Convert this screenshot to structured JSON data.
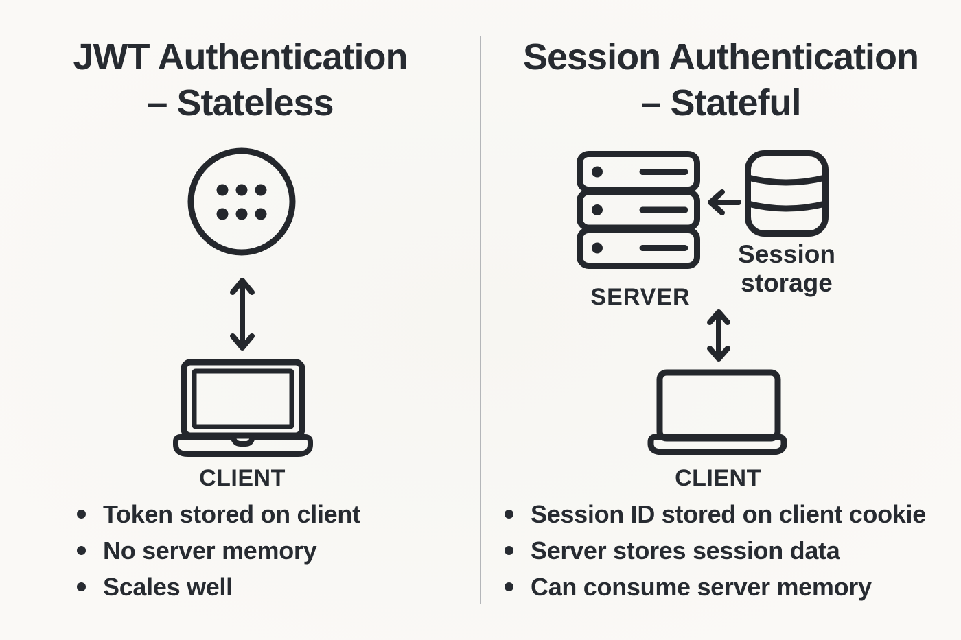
{
  "colors": {
    "background": "#f8f7f4",
    "ink": "#272b31",
    "icon_stroke": "#24272c",
    "divider": "#b4b6b9"
  },
  "left_panel": {
    "title_line1": "JWT Authentication",
    "title_line2": "– Stateless",
    "token_icon": "token-dots-circle-icon",
    "arrow_icon": "double-headed-arrow-icon",
    "client_icon": "laptop-icon",
    "client_label": "CLIENT",
    "bullets": [
      "Token stored on client",
      "No server memory",
      "Scales well"
    ]
  },
  "right_panel": {
    "title_line1": "Session Authentication",
    "title_line2": "– Stateful",
    "server_icon": "server-rack-icon",
    "server_label": "SERVER",
    "storage_icon": "database-icon",
    "storage_arrow_icon": "arrow-left-icon",
    "storage_label_line1": "Session",
    "storage_label_line2": "storage",
    "arrow_icon": "double-headed-arrow-icon",
    "client_icon": "laptop-icon",
    "client_label": "CLIENT",
    "bullets": [
      "Session ID stored on client cookie",
      "Server stores session data",
      "Can consume server memory"
    ]
  }
}
